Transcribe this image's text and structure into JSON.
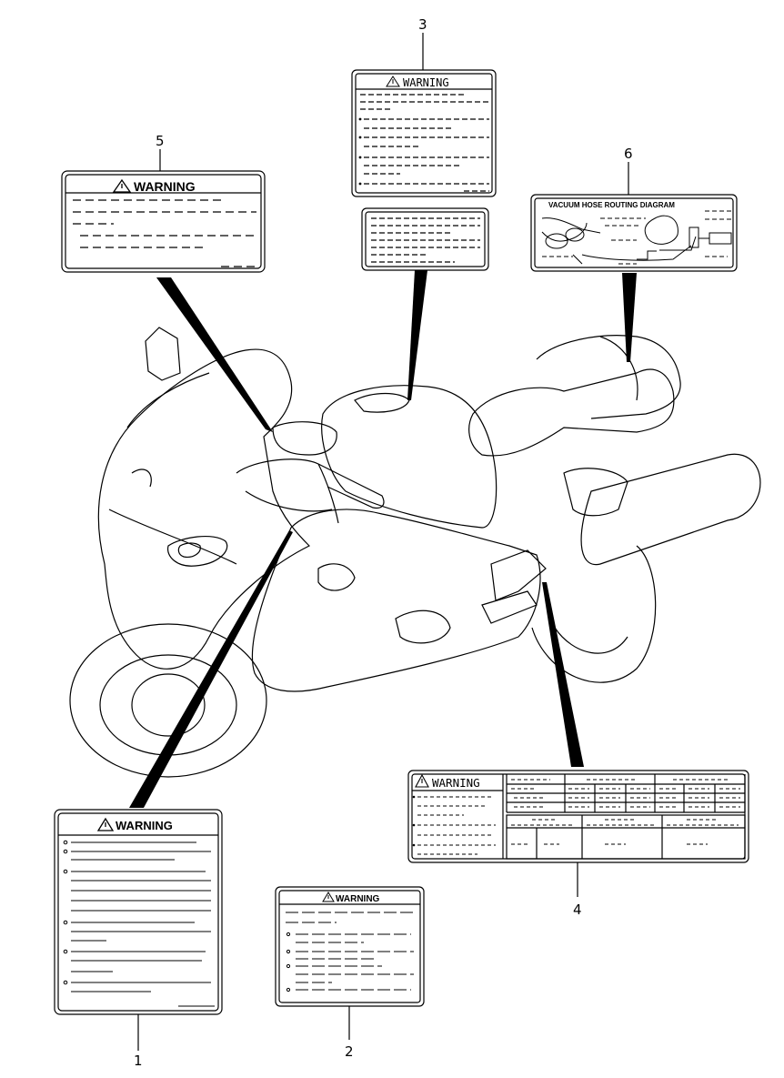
{
  "callouts": {
    "c1": "1",
    "c2": "2",
    "c3": "3",
    "c4": "4",
    "c5": "5",
    "c6": "6"
  },
  "labels": {
    "label1_heading": "WARNING",
    "label2_heading": "WARNING",
    "label3_heading": "WARNING",
    "label4_heading": "WARNING",
    "label5_heading": "WARNING",
    "label6_heading": "VACUUM HOSE ROUTING DIAGRAM"
  },
  "icons": {
    "warning_triangle": "warning-triangle-icon"
  },
  "colors": {
    "line": "#000000",
    "background": "#ffffff"
  }
}
